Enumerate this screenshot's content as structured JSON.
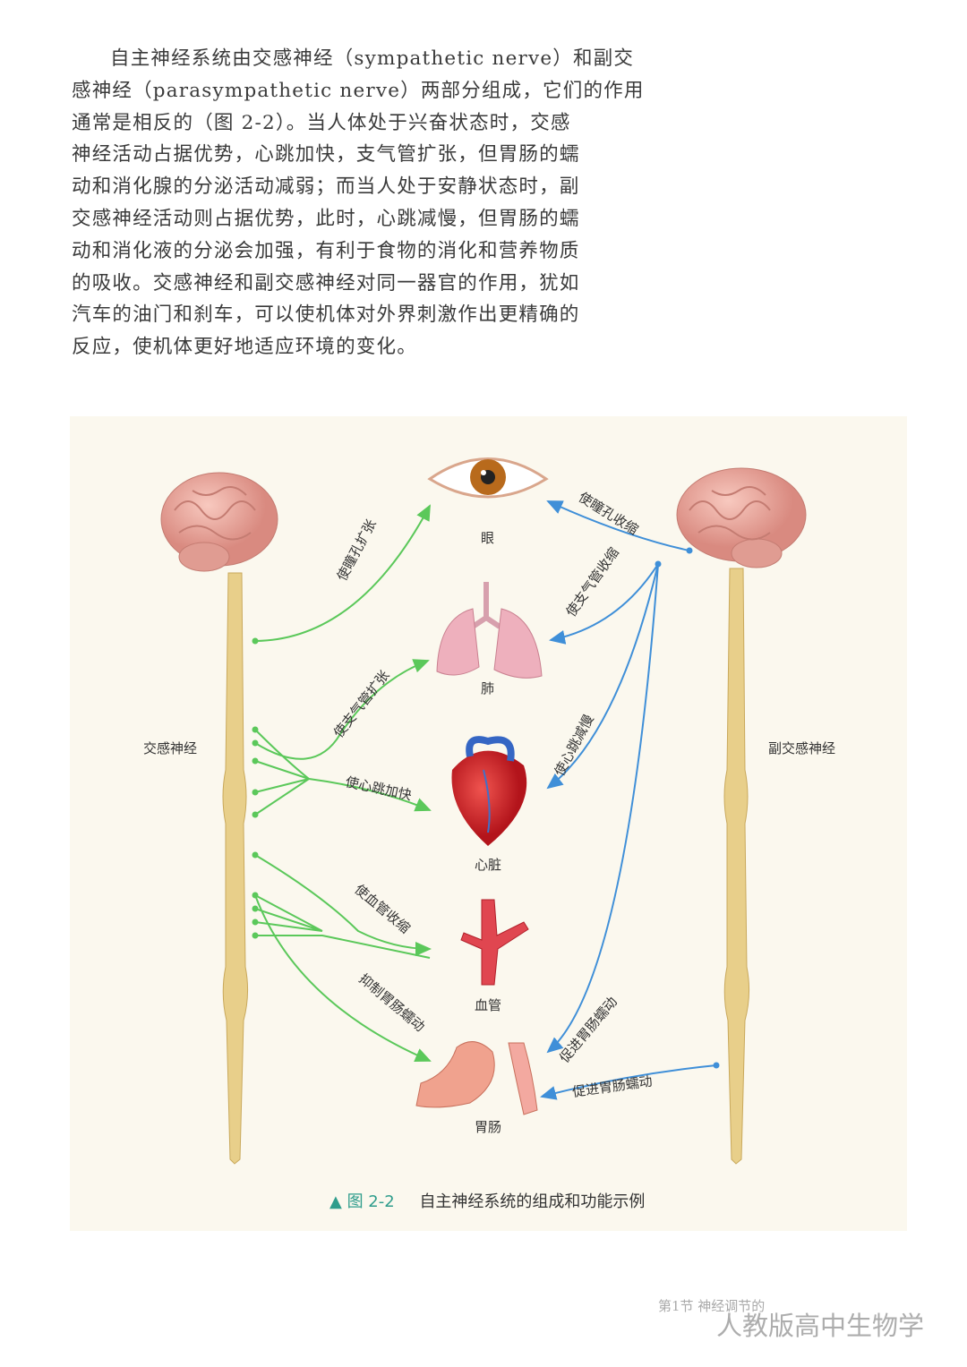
{
  "paragraph": [
    "自主神经系统由交感神经（sympathetic nerve）和副交",
    "感神经（parasympathetic nerve）两部分组成，它们的作用",
    "通常是相反的（图 2-2）。当人体处于兴奋状态时，交感",
    "神经活动占据优势，心跳加快，支气管扩张，但胃肠的蠕",
    "动和消化腺的分泌活动减弱；而当人处于安静状态时，副",
    "交感神经活动则占据优势，此时，心跳减慢，但胃肠的蠕",
    "动和消化液的分泌会加强，有利于食物的消化和营养物质",
    "的吸收。交感神经和副交感神经对同一器官的作用，犹如",
    "汽车的油门和刹车，可以使机体对外界刺激作出更精确的",
    "反应，使机体更好地适应环境的变化。"
  ],
  "figure": {
    "left_label": "交感神经",
    "right_label": "副交感神经",
    "organs": [
      "眼",
      "肺",
      "心脏",
      "血管",
      "胃肠"
    ],
    "sympathetic": [
      "使瞳孔扩张",
      "使支气管扩张",
      "使心跳加快",
      "使血管收缩",
      "抑制胃肠蠕动"
    ],
    "parasympathetic": [
      "使瞳孔收缩",
      "使支气管收缩",
      "使心跳减慢",
      "促进胃肠蠕动",
      "促进胃肠蠕动"
    ],
    "caption_marker": "▲",
    "caption_number": "图 2-2",
    "caption_text": "自主神经系统的组成和功能示例",
    "colors": {
      "sympathetic": "#5bc85a",
      "parasympathetic": "#3f8fd8",
      "spine": "#e8cf8a",
      "brain": "#eeaaa0"
    }
  },
  "footer": {
    "section": "第1节  神经调节的",
    "watermark": "人教版高中生物学"
  }
}
